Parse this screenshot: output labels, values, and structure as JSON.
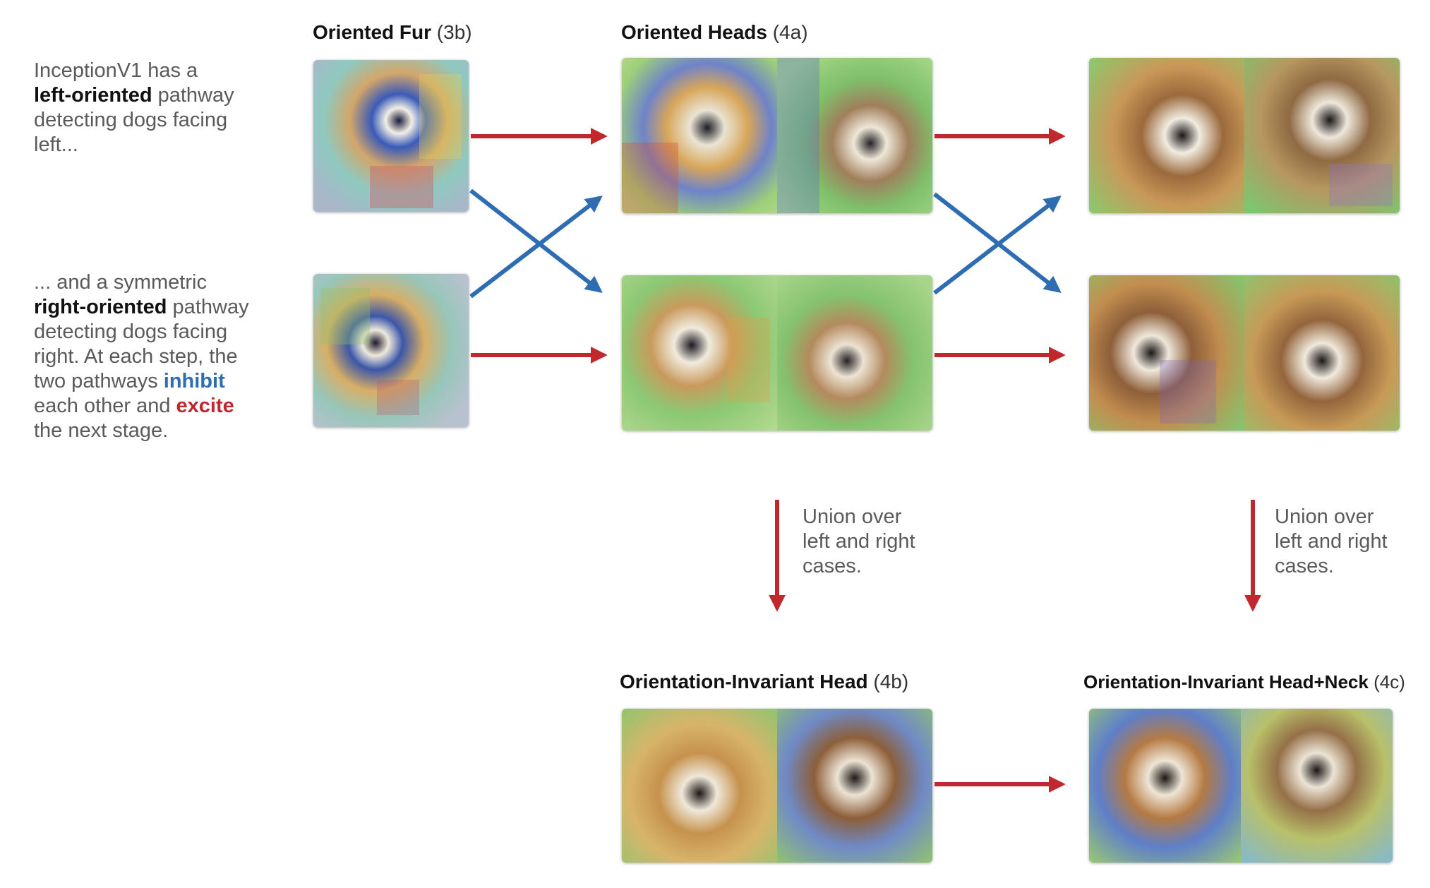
{
  "intro": {
    "line1": "InceptionV1 has a",
    "left_bold": "left-oriented",
    "line2_rest": " pathway",
    "line3": "detecting dogs facing",
    "line4": "left..."
  },
  "second": {
    "line1": "... and a symmetric",
    "right_bold": "right-oriented",
    "line2_rest": " pathway",
    "line3": "detecting dogs facing",
    "line4": "right. At each step, the",
    "line5_pre": "two pathways ",
    "inhibit": "inhibit",
    "line6_pre": "each other and ",
    "excite": "excite",
    "line7": "the next stage."
  },
  "labels": {
    "fur_bold": "Oriented Fur",
    "fur_layer": " (3b)",
    "heads_bold": "Oriented Heads",
    "heads_layer": " (4a)",
    "inv_head_bold": "Orientation-Invariant Head",
    "inv_head_layer": " (4b)",
    "inv_neck_bold": "Orientation-Invariant Head+Neck",
    "inv_neck_layer": " (4c)"
  },
  "union": {
    "line1": "Union over",
    "line2": "left and right",
    "line3": "cases."
  },
  "colors": {
    "excite": "#c0282d",
    "inhibit": "#2f6db3"
  }
}
